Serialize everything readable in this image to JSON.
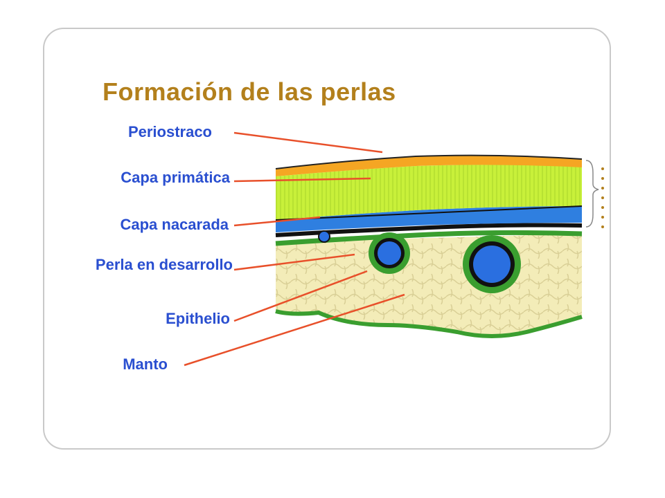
{
  "title": "Formación de las perlas",
  "labels": [
    "Periostraco",
    "Capa primática",
    "Capa nacarada",
    "Perla en desarrollo",
    "Epithelio",
    "Manto"
  ],
  "colors": {
    "title": "#b3801c",
    "label": "#2a4fd0",
    "leader_line": "#e8502a",
    "periostraco": "#f5a623",
    "capa_primatica": "#c8f03a",
    "capa_nacarada": "#2f7fe0",
    "epithelio": "#3a9e2f",
    "manto": "#f3ecb8",
    "perla": "#2a6fe0"
  },
  "icons": [
    "shell-cross-section-illustration"
  ]
}
